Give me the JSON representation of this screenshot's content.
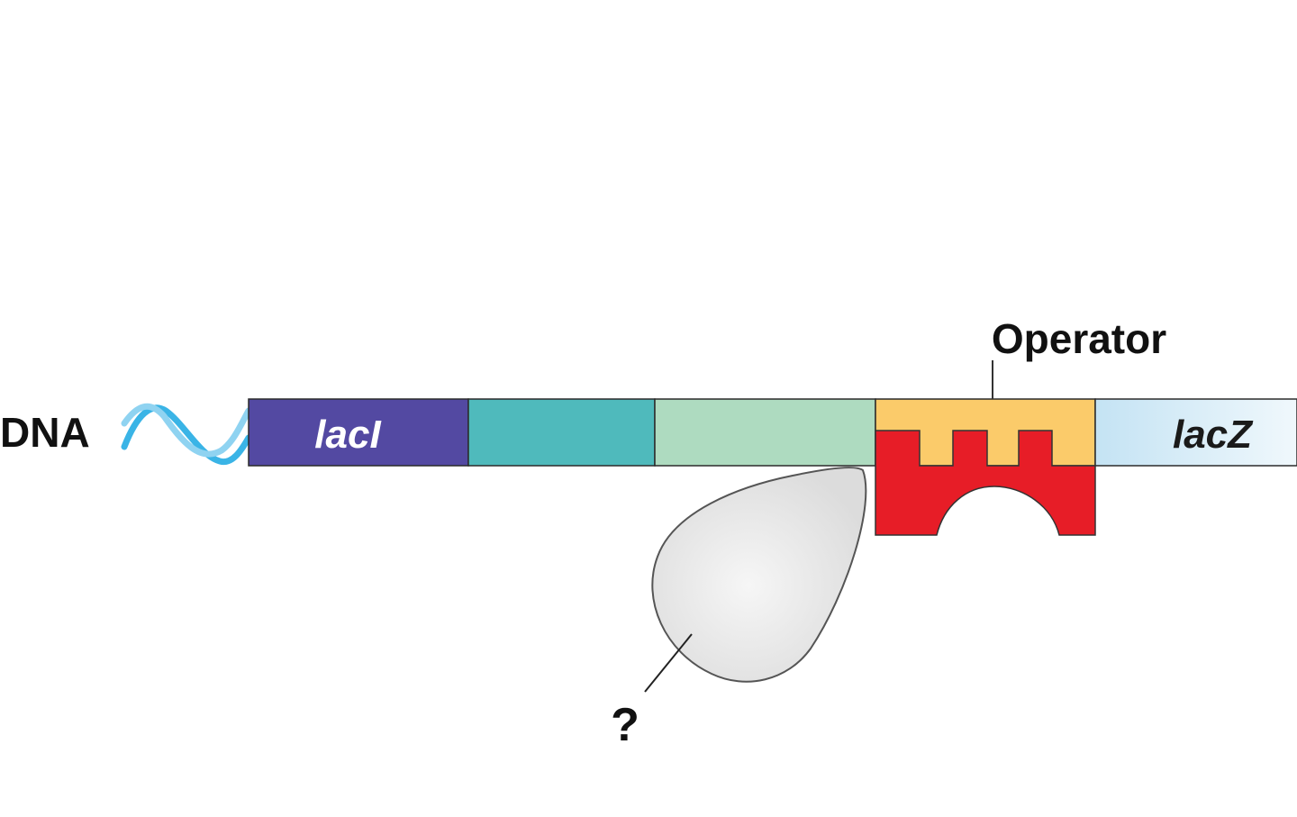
{
  "labels": {
    "dna": "DNA",
    "operator": "Operator",
    "unknown": "?"
  },
  "genes": {
    "lacI": "lacI",
    "lacZ": "lacZ"
  },
  "colors": {
    "helix": "#3ab4e6",
    "lacI": "#5349a2",
    "segment2": "#4fbabc",
    "segment3": "#aedbc0",
    "operator": "#fbcb6a",
    "repressor": "#e71d27",
    "lacZ_light": "#f0f8fc",
    "lacZ_mid": "#c4e3f4",
    "blob": "#eeeeee",
    "outline": "#333333"
  }
}
